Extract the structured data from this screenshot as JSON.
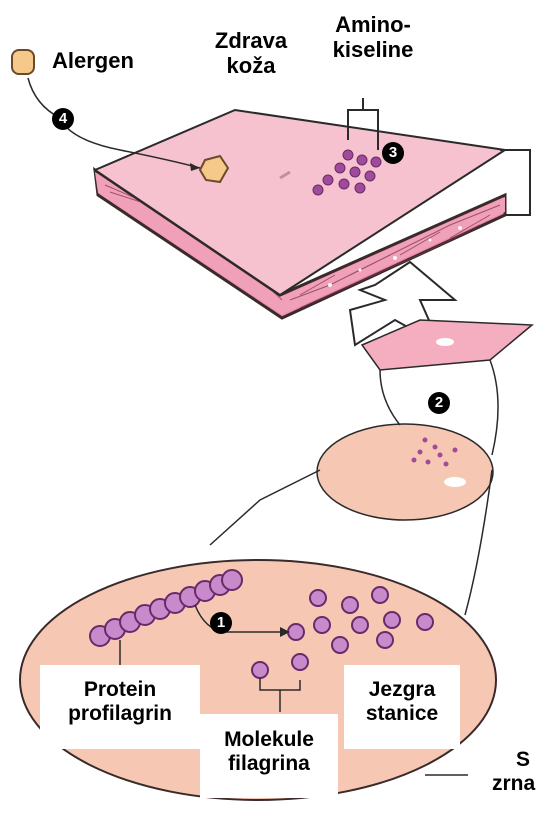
{
  "labels": {
    "allergen": "Alergen",
    "healthy_skin_line1": "Zdrava",
    "healthy_skin_line2": "koža",
    "amino_line1": "Amino-",
    "amino_line2": "kiseline",
    "profilaggrin_line1": "Protein",
    "profilaggrin_line2": "profilagrin",
    "filaggrin_line1": "Molekule",
    "filaggrin_line2": "filagrina",
    "nucleus_line1": "Jezgra",
    "nucleus_line2": "stanice",
    "cut_line1": "S",
    "cut_line2": "zrna"
  },
  "badges": {
    "step1": "1",
    "step2": "2",
    "step3": "3",
    "step4": "4"
  },
  "colors": {
    "skin_top": "#f5b8c8",
    "skin_layers": "#e98aa7",
    "cell_fill": "#f6c8b4",
    "granule": "#a04a9a",
    "granule_light": "#c98acb",
    "allergen": "#f5c98a"
  }
}
